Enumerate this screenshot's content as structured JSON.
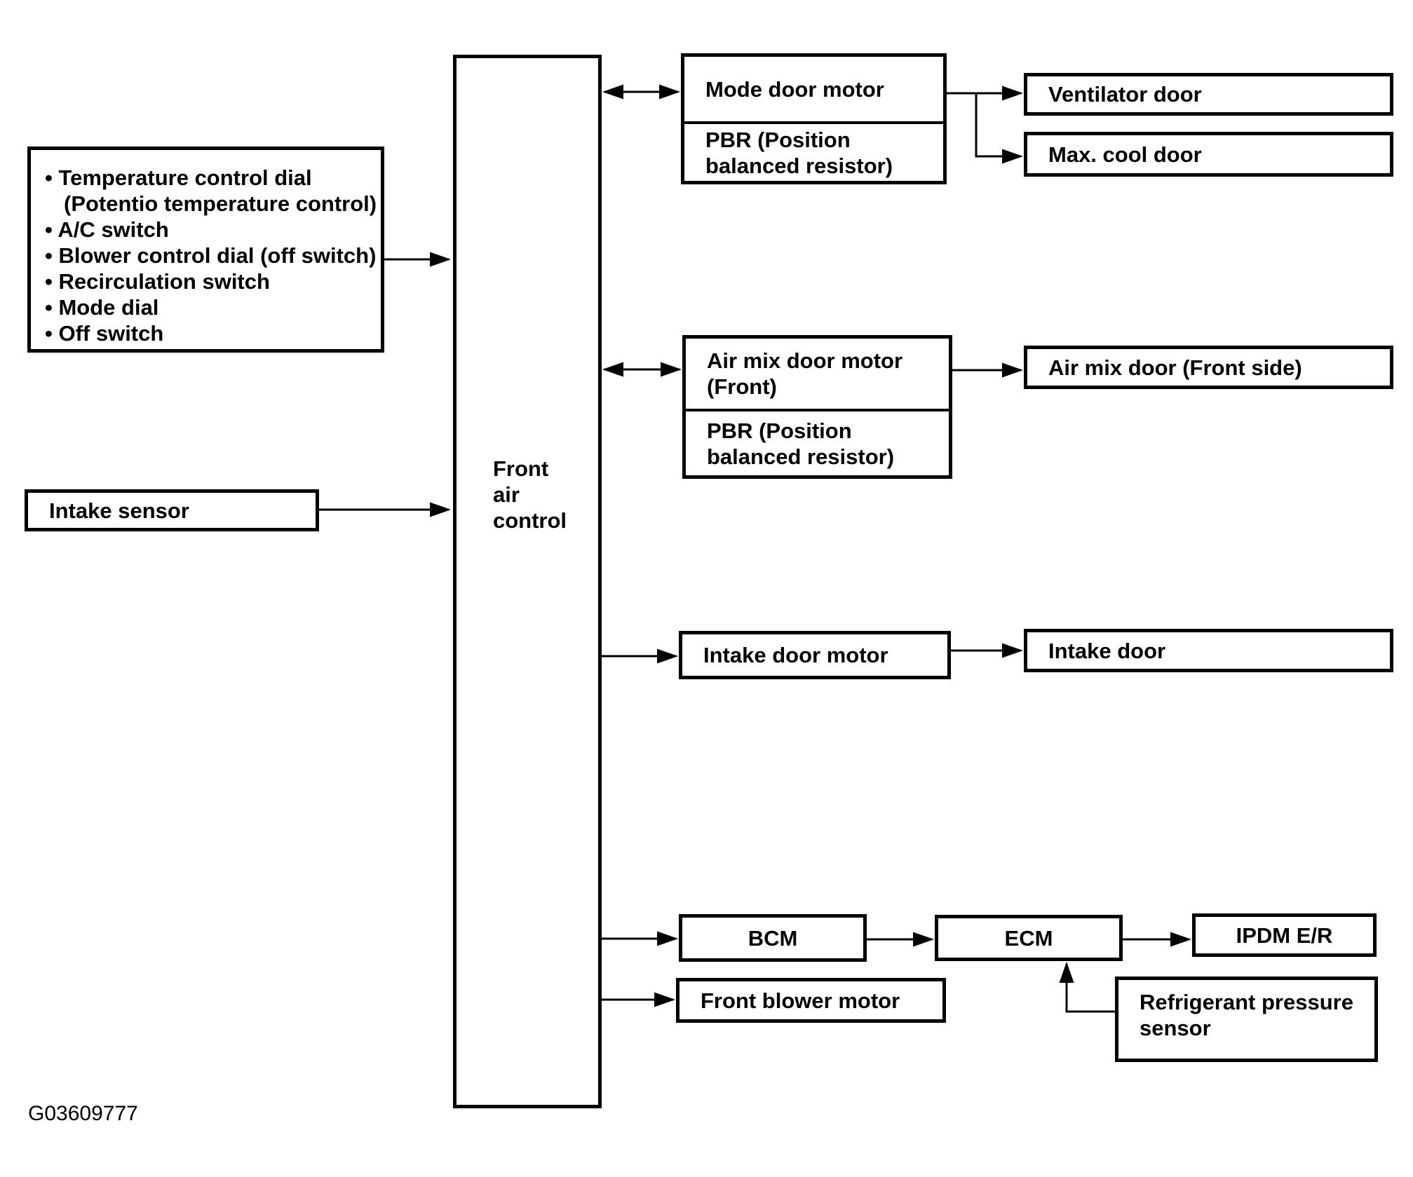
{
  "figure_id": "G03609777",
  "colors": {
    "ink": "#000000",
    "paper": "#ffffff"
  },
  "nodes": {
    "controls": {
      "lines": [
        "• Temperature control dial",
        "(Potentio temperature control)",
        "• A/C switch",
        "• Blower control dial (off switch)",
        "• Recirculation switch",
        "• Mode dial",
        "• Off switch"
      ]
    },
    "intake_sensor": {
      "label": "Intake sensor"
    },
    "front_air_control": {
      "lines": [
        "Front",
        "air",
        "control"
      ]
    },
    "mode_door_motor": {
      "label": "Mode door motor",
      "pbr_lines": [
        "PBR (Position",
        "balanced resistor)"
      ]
    },
    "ventilator_door": {
      "label": "Ventilator door"
    },
    "max_cool_door": {
      "label": "Max. cool door"
    },
    "air_mix_door_motor": {
      "lines": [
        "Air mix door motor",
        "(Front)"
      ],
      "pbr_lines": [
        "PBR (Position",
        "balanced resistor)"
      ]
    },
    "air_mix_door": {
      "label": "Air mix door (Front side)"
    },
    "intake_door_motor": {
      "label": "Intake door motor"
    },
    "intake_door": {
      "label": "Intake door"
    },
    "bcm": {
      "label": "BCM"
    },
    "ecm": {
      "label": "ECM"
    },
    "ipdm": {
      "label": "IPDM E/R"
    },
    "front_blower_motor": {
      "label": "Front blower motor"
    },
    "refrigerant_pressure_sensor": {
      "lines": [
        "Refrigerant pressure",
        "sensor"
      ]
    }
  }
}
